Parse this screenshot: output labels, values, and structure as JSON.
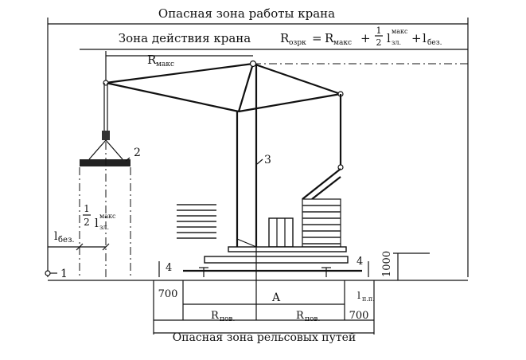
{
  "diagram": {
    "title_danger_zone": "Опасная зона работы крана",
    "title_action_zone": "Зона действия крана",
    "formula": {
      "lhs": "R",
      "lhs_sub": "озрк",
      "eq": "=",
      "rmax": "R",
      "rmax_sub": "макс",
      "plus": "+",
      "frac_num": "1",
      "frac_den": "2",
      "l_sym": "l",
      "l_sup": "макс",
      "l_sub": "зл.",
      "plus2": "+",
      "l2_sym": "l",
      "l2_sub": "без."
    },
    "r_max_label": "R",
    "r_max_sub": "макс",
    "label_1": "1",
    "label_2": "2",
    "label_3": "3",
    "label_4_left": "4",
    "label_4_right": "4",
    "l_bez": "l",
    "l_bez_sub": "без.",
    "half_num": "1",
    "half_den": "2",
    "half_l": "l",
    "half_l_sup": "макс",
    "half_l_sub": "зл.",
    "dim_1000": "1000",
    "dim_700_left": "700",
    "dim_700_right": "700",
    "r_pov_left": "R",
    "r_pov_left_sub": "пов.",
    "r_pov_right": "R",
    "r_pov_right_sub": "пов.",
    "label_a": "A",
    "l_pp": "l",
    "l_pp_sub": "п.п.",
    "bottom_title": "Опасная зона рельсовых путей"
  }
}
